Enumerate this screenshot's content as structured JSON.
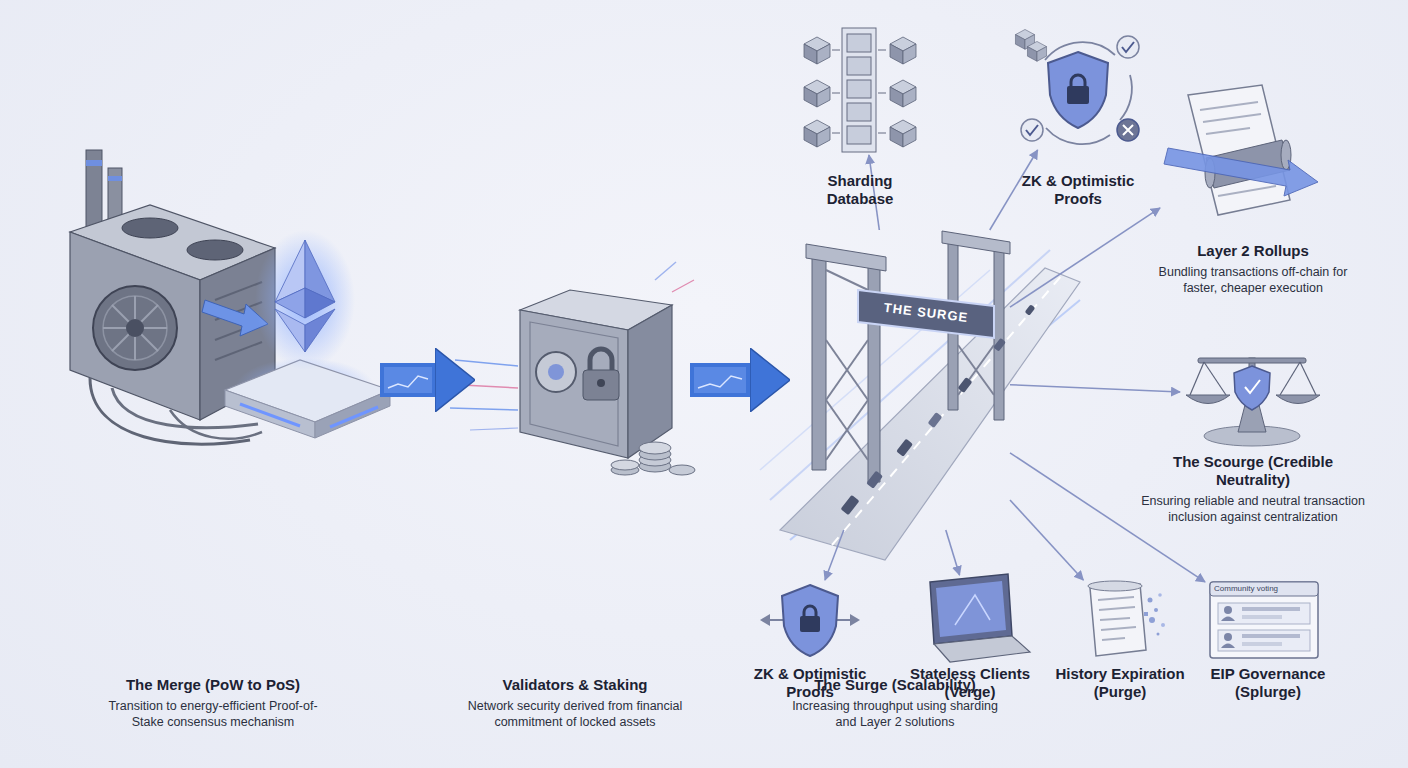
{
  "diagram": {
    "nodes": [
      {
        "text": [
          "The Merge (PoW to PoS)",
          "Transition to energy-efficient Proof-of-Stake consensus mechanism"
        ]
      },
      {
        "text": [
          "Validators & Staking",
          "Network security derived from financial commitment of locked assets"
        ]
      },
      {
        "text": [
          "The Surge (Scalability)",
          "Increasing throughput using sharding and Layer 2 solutions"
        ]
      },
      {
        "text": [
          "Sharding Database"
        ]
      },
      {
        "text": [
          "ZK & Optimistic Proofs"
        ]
      },
      {
        "text": [
          "Layer 2 Rollups",
          "Bundling transactions off-chain for faster, cheaper execution"
        ]
      },
      {
        "text": [
          "The Scourge (Credible Neutrality)",
          "Ensuring reliable and neutral transaction inclusion against centralization"
        ]
      },
      {
        "text": [
          "ZK & Optimistic Proofs"
        ]
      },
      {
        "text": [
          "Stateless Clients (Verge)"
        ]
      },
      {
        "text": [
          "History Expiration (Purge)"
        ]
      },
      {
        "text": [
          "EIP Governance (Splurge)"
        ]
      }
    ],
    "edges": [
      {
        "from": 0,
        "to": 1,
        "arrow": "to"
      },
      {
        "from": 1,
        "to": 2,
        "arrow": "to"
      },
      {
        "from": 2,
        "to": 3,
        "arrow": "to"
      },
      {
        "from": 2,
        "to": 4,
        "arrow": "to"
      },
      {
        "from": 2,
        "to": 5,
        "arrow": "to"
      },
      {
        "from": 2,
        "to": 6,
        "arrow": "to"
      },
      {
        "from": 2,
        "to": 7,
        "arrow": "to"
      },
      {
        "from": 2,
        "to": 8,
        "arrow": "to"
      },
      {
        "from": 2,
        "to": 9,
        "arrow": "to"
      },
      {
        "from": 2,
        "to": 10,
        "arrow": "to"
      }
    ],
    "labels": [
      "THE SURGE",
      "Community voting"
    ]
  }
}
